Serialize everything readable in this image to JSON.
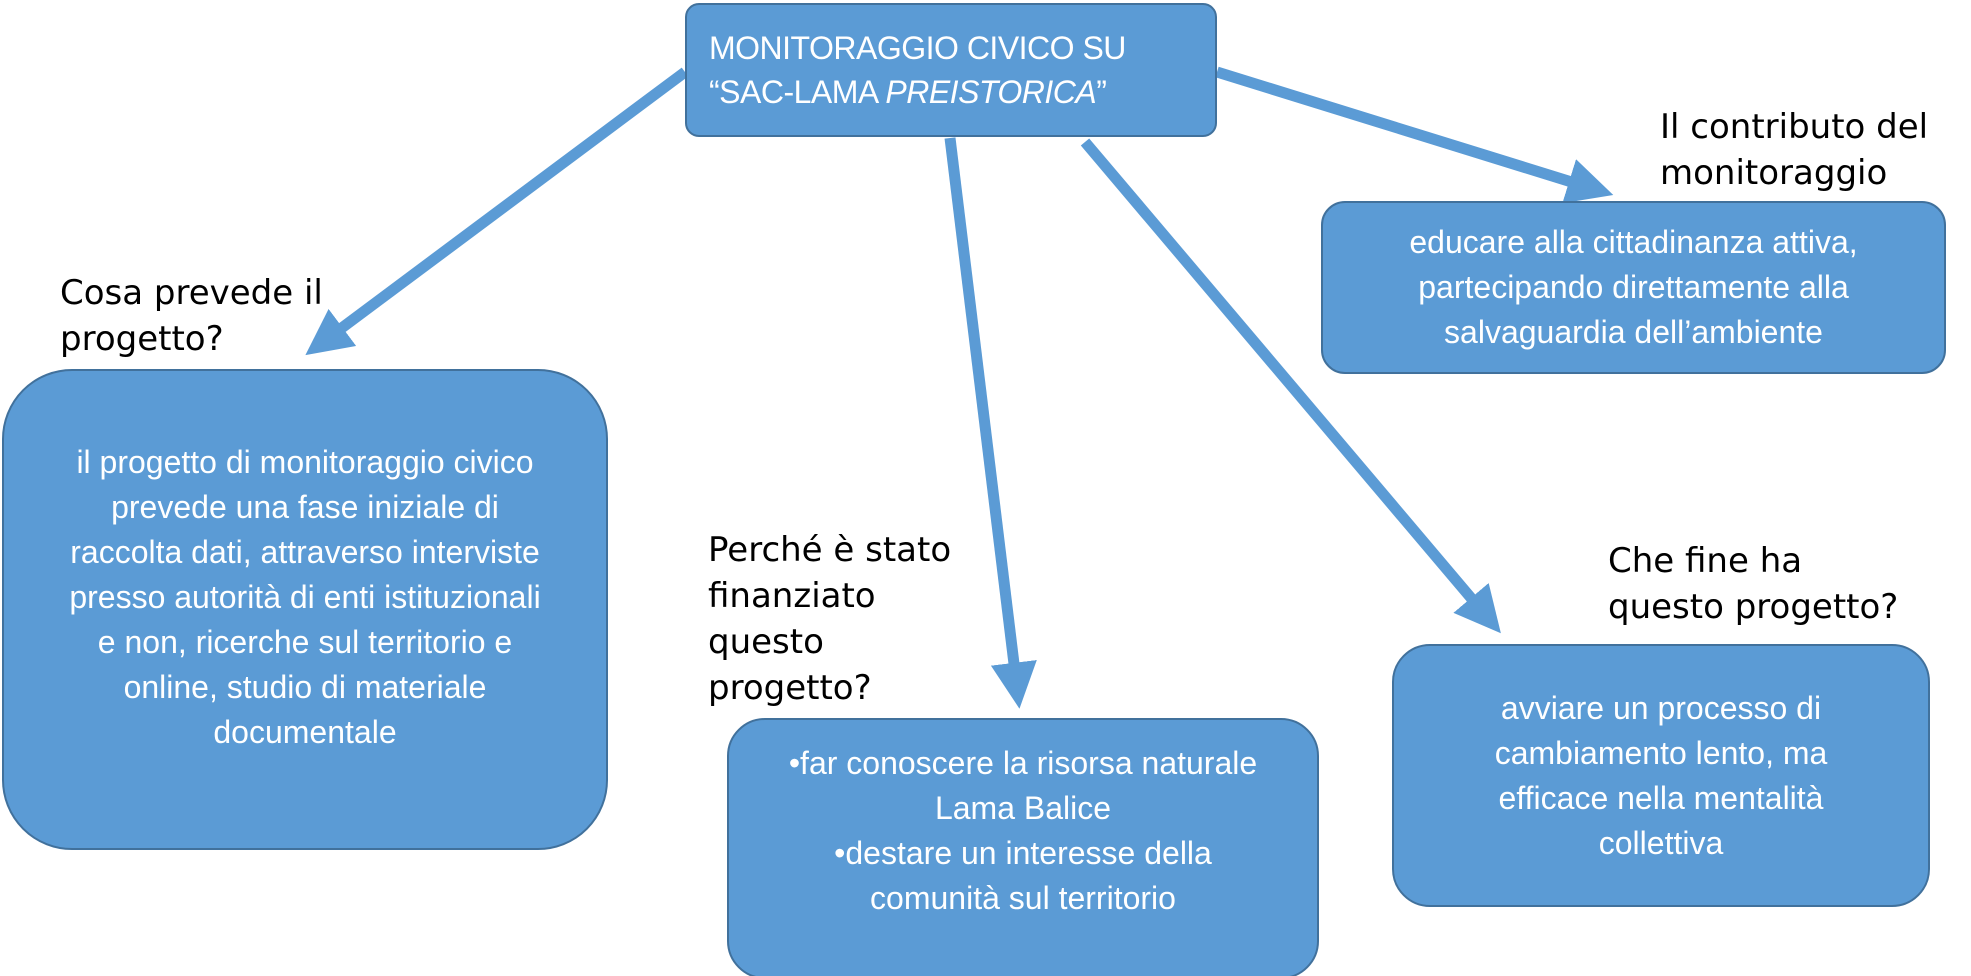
{
  "theme": {
    "box_fill": "#5b9bd5",
    "box_border": "#41719c",
    "arrow_color": "#5b9bd5",
    "question_color": "#000000"
  },
  "root": {
    "line1": "MONITORAGGIO CIVICO SU",
    "line2_prefix": "“SAC-LAMA ",
    "line2_italic": "PREISTORICA",
    "line2_suffix": "”"
  },
  "branches": {
    "left": {
      "question": [
        "Cosa prevede il",
        "progetto?"
      ],
      "answer": [
        "il progetto di monitoraggio civico",
        "prevede una fase iniziale di",
        "raccolta dati, attraverso interviste",
        "presso autorità di enti istituzionali",
        "e non, ricerche sul territorio e",
        "online, studio di materiale",
        "documentale"
      ]
    },
    "mid": {
      "question": [
        "Perché è stato",
        "finanziato",
        "questo",
        "progetto?"
      ],
      "answer": [
        "•far conoscere la risorsa naturale",
        "Lama Balice",
        "•destare un interesse della",
        "comunità sul territorio"
      ]
    },
    "right": {
      "question": [
        "Che fine ha",
        "questo progetto?"
      ],
      "answer": [
        "avviare un processo di",
        "cambiamento lento, ma",
        "efficace nella mentalità",
        "collettiva"
      ]
    },
    "top_right": {
      "question": [
        "Il contributo del",
        "monitoraggio"
      ],
      "answer": [
        "educare alla cittadinanza attiva,",
        "partecipando direttamente alla",
        "salvaguardia dell’ambiente"
      ]
    }
  }
}
